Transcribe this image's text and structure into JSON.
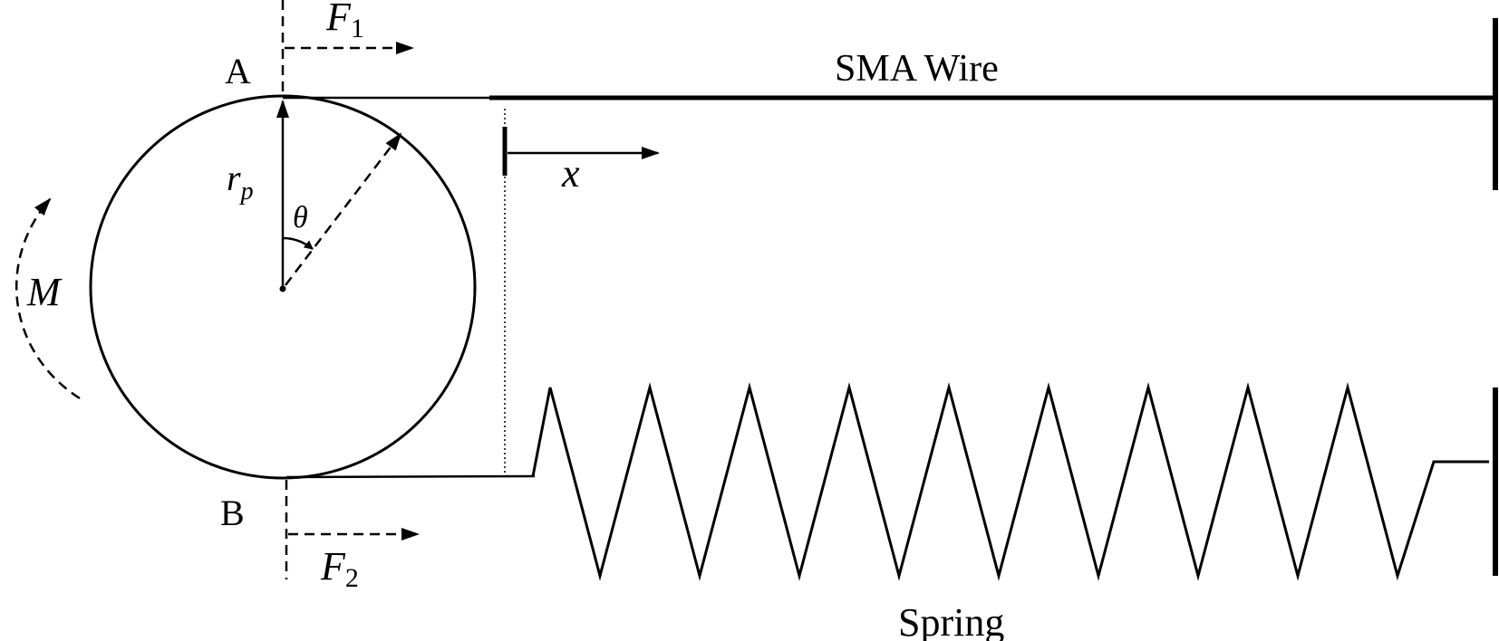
{
  "labels": {
    "point_a": "A",
    "point_b": "B",
    "force_1": "F",
    "force_1_sub": "1",
    "force_2": "F",
    "force_2_sub": "2",
    "radius": "r",
    "radius_sub": "p",
    "angle": "θ",
    "moment": "M",
    "displacement": "x",
    "wire": "SMA Wire",
    "spring": "Spring"
  },
  "colors": {
    "stroke": "#000000",
    "background": "#ffffff"
  }
}
